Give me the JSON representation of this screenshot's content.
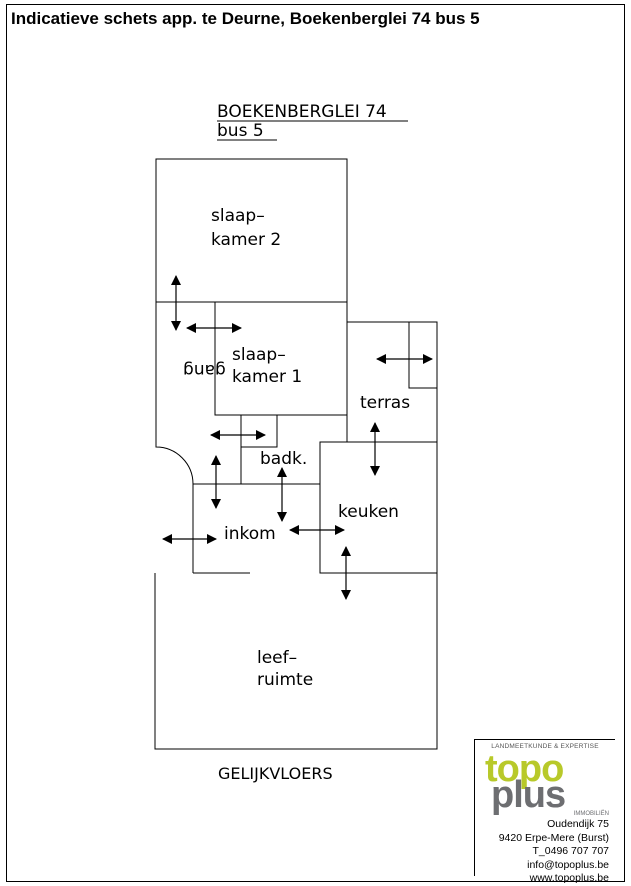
{
  "header": {
    "title": "Indicatieve schets app. te Deurne, Boekenberglei 74 bus 5"
  },
  "plan": {
    "address_line1": "BOEKENBERGLEI 74",
    "address_line2": "bus 5",
    "floor_label": "GELIJKVLOERS",
    "rooms": {
      "slaapkamer2_a": "slaap–",
      "slaapkamer2_b": "kamer 2",
      "slaapkamer1_a": "slaap–",
      "slaapkamer1_b": "kamer 1",
      "gang": "gang",
      "terras": "terras",
      "badk": "badk.",
      "keuken": "keuken",
      "inkom": "inkom",
      "leefruimte_a": "leef–",
      "leefruimte_b": "ruimte"
    }
  },
  "logo": {
    "tagline": "LANDMEETKUNDE & EXPERTISE",
    "word_top": "topo",
    "word_bottom": "plus",
    "subtitle": "IMMOBILIËN",
    "address": "Oudendijk 75",
    "city": "9420 Erpe-Mere (Burst)",
    "phone": "T_0496 707 707",
    "email": "info@topoplus.be",
    "website": "www.topoplus.be",
    "colors": {
      "green": "#b8c92a",
      "grey": "#6d6e71"
    }
  }
}
